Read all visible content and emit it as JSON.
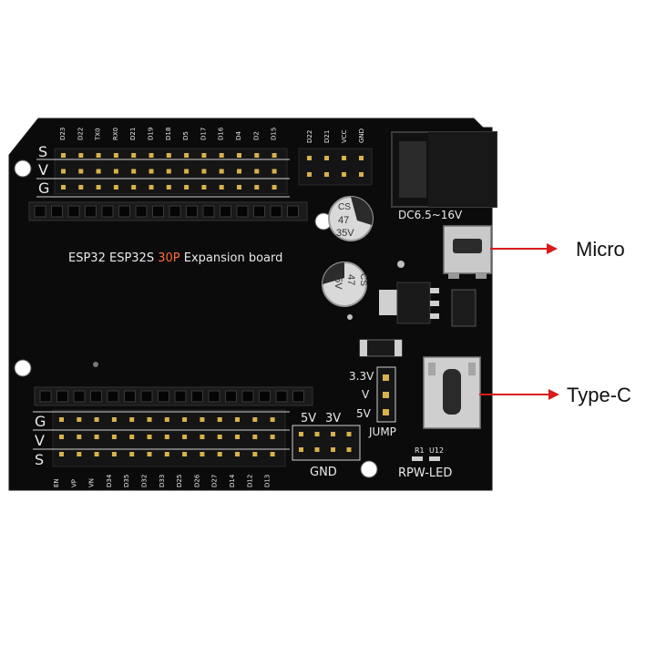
{
  "colors": {
    "board": "#0b0b0b",
    "silkscreen": "#e9e9e9",
    "accent_text": "#ff6a3d",
    "arrow": "#d81b1b",
    "label": "#111111"
  },
  "board": {
    "title_part1": "ESP32 ESP32S ",
    "title_part2": "30P",
    "title_part3": " Expansion board",
    "top_pins": [
      "D23",
      "D22",
      "TX0",
      "RX0",
      "D21",
      "D19",
      "D18",
      "D5",
      "D17",
      "D16",
      "D4",
      "D2",
      "D15"
    ],
    "top_small_pins": [
      "D22",
      "D21",
      "VCC",
      "GND"
    ],
    "bottom_pins": [
      "EN",
      "VP",
      "VN",
      "D34",
      "D35",
      "D32",
      "D33",
      "D25",
      "D26",
      "D27",
      "D14",
      "D12",
      "D13"
    ],
    "top_row_letters": [
      "S",
      "V",
      "G"
    ],
    "bottom_row_letters": [
      "G",
      "V",
      "S"
    ],
    "capacitor_1": {
      "brand": "CS",
      "value": "47",
      "voltage": "35V"
    },
    "capacitor_2": {
      "brand": "CS",
      "value": "47",
      "voltage": "35V"
    },
    "dc_label": "DC6.5~16V",
    "jump_labels": [
      "3.3V",
      "V",
      "5V"
    ],
    "jump_title": "JUMP",
    "jumper_5v": "5V",
    "jumper_3v": "3V",
    "gnd_label": "GND",
    "r1_label": "R1",
    "u12_label": "U12",
    "rpw_label": "RPW-LED"
  },
  "callouts": {
    "micro": "Micro",
    "type_c": "Type-C"
  },
  "icons": {
    "arrow": "arrow-right-icon"
  }
}
